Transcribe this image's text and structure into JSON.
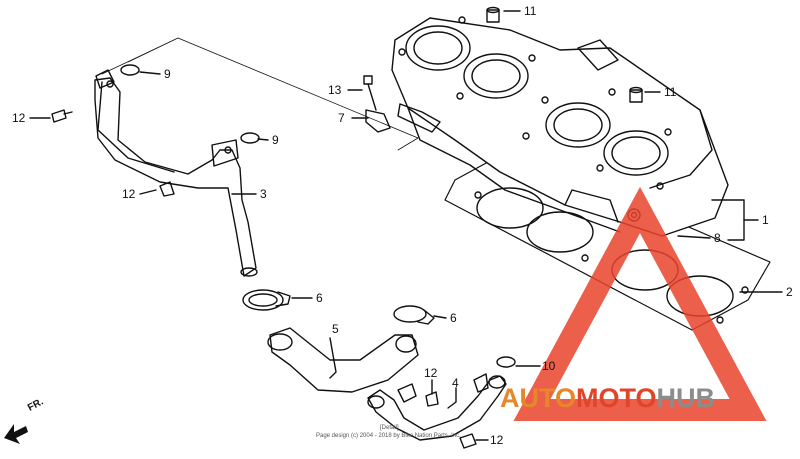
{
  "diagram": {
    "callouts": [
      {
        "id": "c11a",
        "text": "11"
      },
      {
        "id": "c11b",
        "text": "11"
      },
      {
        "id": "c9a",
        "text": "9"
      },
      {
        "id": "c9b",
        "text": "9"
      },
      {
        "id": "c13",
        "text": "13"
      },
      {
        "id": "c7",
        "text": "7"
      },
      {
        "id": "c12a",
        "text": "12"
      },
      {
        "id": "c12b",
        "text": "12"
      },
      {
        "id": "c12c",
        "text": "12"
      },
      {
        "id": "c12d",
        "text": "12"
      },
      {
        "id": "c3",
        "text": "3"
      },
      {
        "id": "c1",
        "text": "1"
      },
      {
        "id": "c8",
        "text": "8"
      },
      {
        "id": "c2",
        "text": "2"
      },
      {
        "id": "c6a",
        "text": "6"
      },
      {
        "id": "c6b",
        "text": "6"
      },
      {
        "id": "c5",
        "text": "5"
      },
      {
        "id": "c10",
        "text": "10"
      },
      {
        "id": "c4",
        "text": "4"
      }
    ],
    "direction_label": "FR.",
    "footer_code": "[Detail]",
    "footer_text": "Page design (c) 2004 - 2018 by Bike Nation Parts, Inc."
  },
  "watermark": {
    "part1": "AUTO",
    "part2": "MOTO",
    "part3": "HUB",
    "colors": {
      "auto": "#e8862a",
      "moto": "#e0452a",
      "hub": "#8c8c8c",
      "triangle": "#e8432c"
    }
  }
}
